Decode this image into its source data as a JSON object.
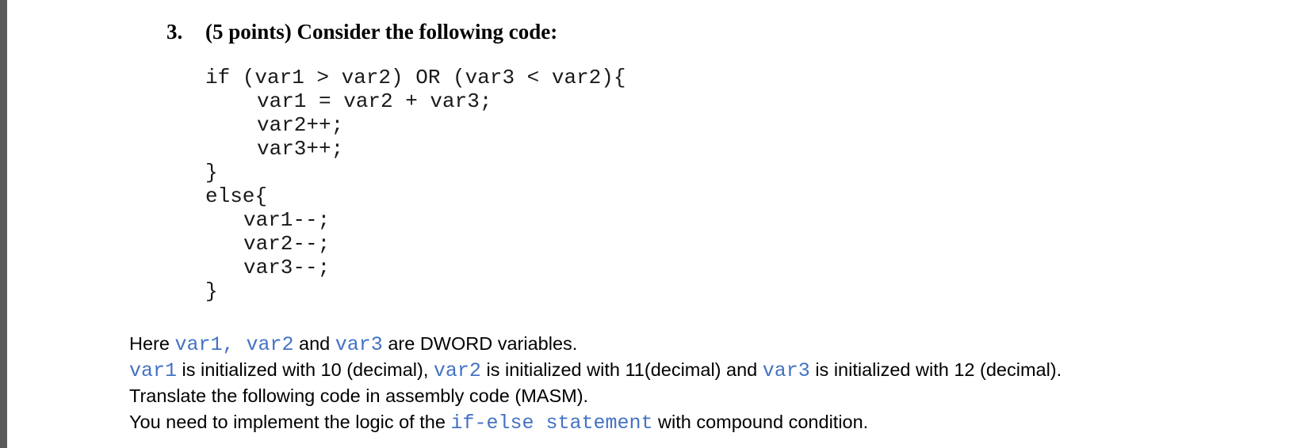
{
  "question": {
    "number": "3.",
    "header": "(5 points) Consider the following code:"
  },
  "code": {
    "line1": "if (var1 > var2) OR (var3 < var2){",
    "line2": "var1 = var2 + var3;",
    "line3": "var2++;",
    "line4": "var3++;",
    "line5": "}",
    "line6": "else{",
    "line7": "var1--;",
    "line8": "var2--;",
    "line9": "var3--;",
    "line10": "}"
  },
  "paragraphs": {
    "p1": {
      "t1": "Here ",
      "c1": "var1, var2",
      "t2": " and ",
      "c2": "var3",
      "t3": " are DWORD variables."
    },
    "p2": {
      "c1": "var1",
      "t1": " is initialized with 10 (decimal), ",
      "c2": "var2",
      "t2": " is initialized with 11(decimal) and ",
      "c3": "var3",
      "t3": " is initialized with 12 (decimal)."
    },
    "p3": {
      "t1": "Translate the following code in assembly code (MASM)."
    },
    "p4": {
      "t1": "You need to implement the logic of the ",
      "c1": "if-else statement",
      "t2": " with compound condition."
    }
  },
  "colors": {
    "code_highlight": "#4472c4"
  }
}
